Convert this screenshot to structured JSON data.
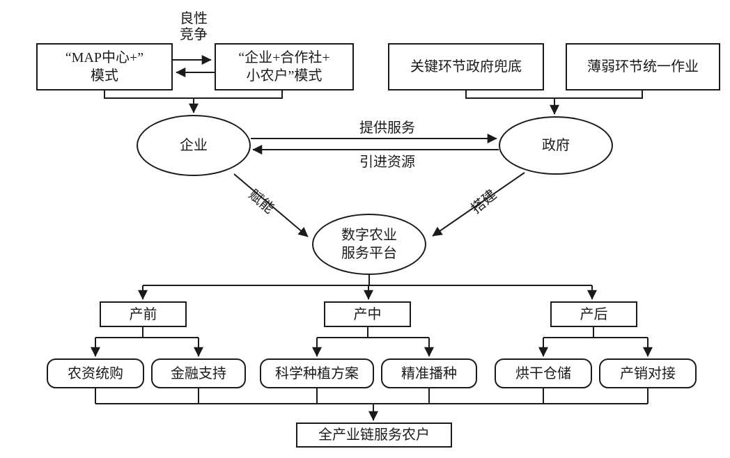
{
  "diagram": {
    "top_left_group": {
      "map_box": "“MAP中心+”\n模式",
      "competition_label": "良性\n竞争",
      "coop_box": "“企业+合作社+\n小农户”模式"
    },
    "top_right_group": {
      "key_link_box": "关键环节政府兜底",
      "weak_link_box": "薄弱环节统一作业"
    },
    "actors": {
      "enterprise": "企业",
      "government": "政府",
      "platform": "数字农业\n服务平台"
    },
    "edge_labels": {
      "provide_service": "提供服务",
      "introduce_resources": "引进资源",
      "empower": "赋能",
      "build": "搭建"
    },
    "stages": [
      {
        "label": "产前",
        "services": [
          "农资统购",
          "金融支持"
        ]
      },
      {
        "label": "产中",
        "services": [
          "科学种植方案",
          "精准播种"
        ]
      },
      {
        "label": "产后",
        "services": [
          "烘干仓储",
          "产销对接"
        ]
      }
    ],
    "outcome_box": "全产业链服务农户",
    "colors": {
      "line": "#1a1a1a",
      "background": "#ffffff"
    }
  }
}
